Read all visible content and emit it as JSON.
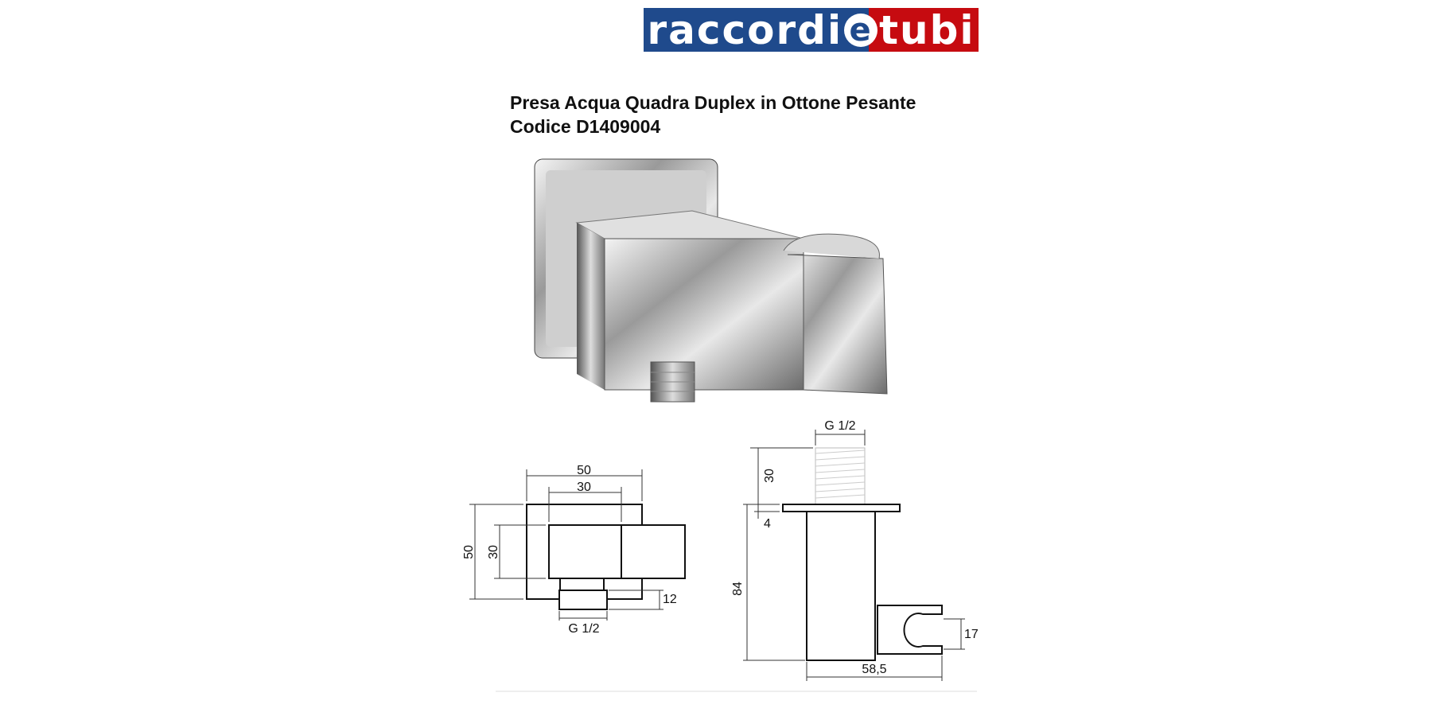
{
  "logo": {
    "text_left": "raccordi",
    "text_mid": "e",
    "text_right": "tubi",
    "colors": {
      "blue": "#1f4a8c",
      "red": "#c60b10"
    }
  },
  "title": {
    "line1": "Presa Acqua Quadra Duplex in Ottone Pesante",
    "line2": "Codice D1409004"
  },
  "front_view": {
    "width_outer": "50",
    "width_inner": "30",
    "height_outer": "50",
    "height_inner": "30",
    "fitting_height": "12",
    "thread": "G 1/2"
  },
  "side_view": {
    "thread": "G 1/2",
    "thread_length": "30",
    "plate_thickness": "4",
    "body_height": "84",
    "holder_diameter": "17",
    "depth": "58,5"
  }
}
